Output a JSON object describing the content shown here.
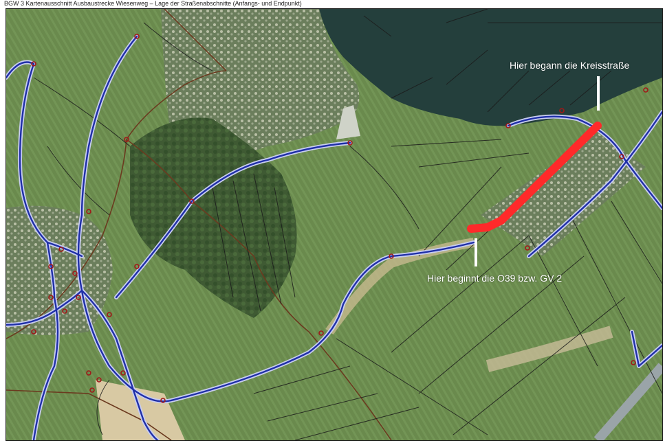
{
  "page": {
    "caption": "BGW 3 Kartenausschnitt Ausbaustrecke Wiesenweg – Lage der Straßenabschnitte (Anfangs- und Endpunkt)"
  },
  "map": {
    "annotations": {
      "start_label": "Hier beginnt die O39 bzw. GV 2",
      "former_start_label": "Hier begann die Kreisstraße"
    },
    "colors": {
      "road_network": "#1f2fa8",
      "road_casing": "#c7ccf0",
      "parcel_boundary": "#1b1b1b",
      "district_boundary": "#6b3a1f",
      "highlighted_segment": "#ff2a2a",
      "node_marker": "#a01818",
      "label_text": "#ffffff",
      "water": "#243f3c",
      "farmland": "#5f7d47"
    },
    "icons": {
      "node_marker": "circle-node-icon",
      "pointer": "vertical-line-pointer"
    }
  }
}
